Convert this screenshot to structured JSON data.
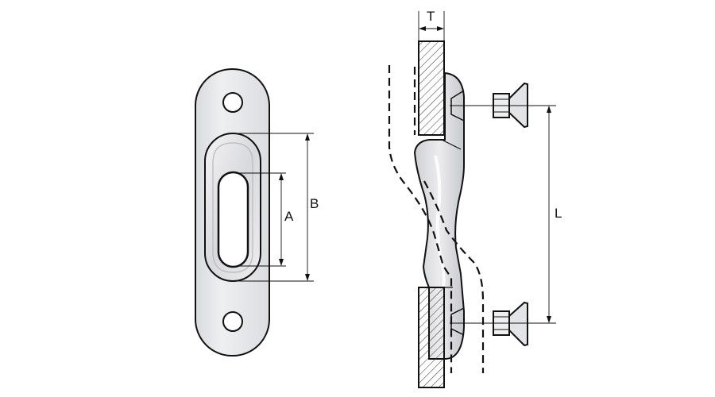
{
  "colors": {
    "line": "#111111",
    "part_fill": "#e6e7ea",
    "part_highlight": "#f6f6f8",
    "part_shade": "#c9cace",
    "panel_fill": "#ffffff",
    "background": "#ffffff"
  },
  "labels": {
    "thickness": "T",
    "slot_length": "A",
    "recess_length": "B",
    "hole_spacing": "L"
  }
}
